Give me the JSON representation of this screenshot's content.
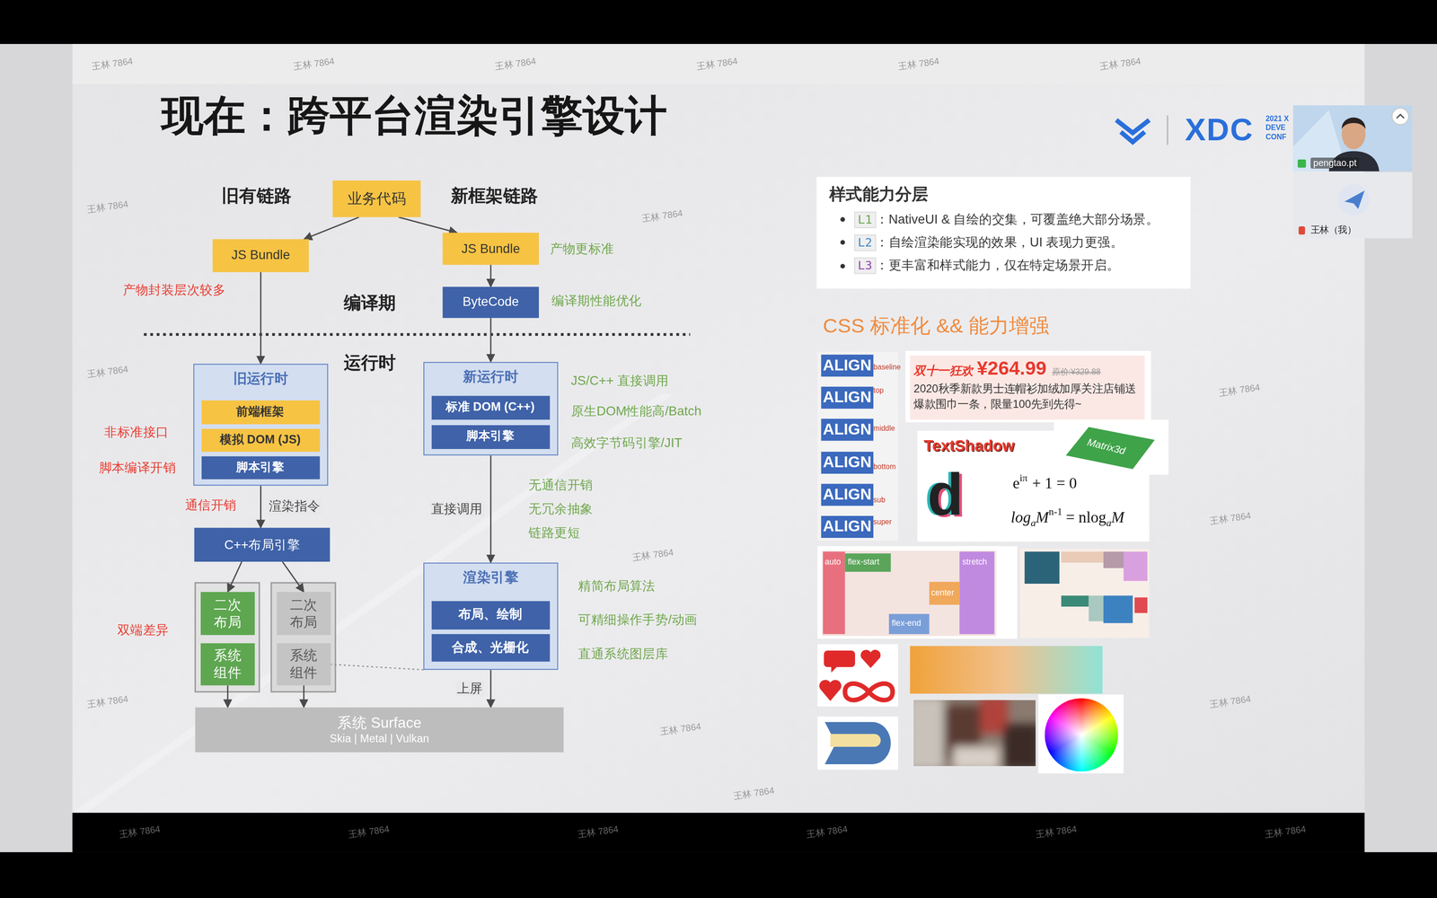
{
  "diagram": {
    "title": "现在：跨平台渲染引擎设计",
    "nodes": [
      {
        "text": [
          "业务代码"
        ]
      },
      {
        "text": [
          "JS Bundle"
        ]
      },
      {
        "text": [
          "JS Bundle"
        ]
      },
      {
        "text": [
          "ByteCode"
        ]
      },
      {
        "text": [
          "旧运行时"
        ]
      },
      {
        "text": [
          "前端框架"
        ],
        "in": 4
      },
      {
        "text": [
          "模拟 DOM (JS)"
        ],
        "in": 4
      },
      {
        "text": [
          "脚本引擎"
        ],
        "in": 4
      },
      {
        "text": [
          "新运行时"
        ]
      },
      {
        "text": [
          "标准 DOM (C++)"
        ],
        "in": 8
      },
      {
        "text": [
          "脚本引擎"
        ],
        "in": 8
      },
      {
        "text": [
          "C++布局引擎"
        ]
      },
      {
        "text": [
          "二次布局"
        ]
      },
      {
        "text": [
          "系统组件"
        ]
      },
      {
        "text": [
          "二次布局"
        ]
      },
      {
        "text": [
          "系统组件"
        ]
      },
      {
        "text": [
          "渲染引擎"
        ]
      },
      {
        "text": [
          "布局、绘制"
        ],
        "in": 16
      },
      {
        "text": [
          "合成、光栅化"
        ],
        "in": 16
      },
      {
        "text": [
          "系统 Surface",
          "Skia | Metal | Vulkan"
        ]
      },
      {
        "text": [
          "样式能力分层",
          "L1",
          "：NativeUI & 自绘的交集，可覆盖绝大部分场景。",
          "L2",
          "：自绘渲染能实现的效果，UI 表现力更强。",
          "L3",
          "：更丰富和样式能力，仅在特定场景开启。"
        ]
      }
    ],
    "edges": [
      {
        "from": 0,
        "to": 1,
        "arrow": "to"
      },
      {
        "from": 0,
        "to": 2,
        "arrow": "to"
      },
      {
        "from": 1,
        "to": 4,
        "arrow": "to"
      },
      {
        "from": 2,
        "to": 3,
        "arrow": "to"
      },
      {
        "from": 3,
        "to": 8,
        "arrow": "to"
      },
      {
        "from": 4,
        "to": 11,
        "arrow": "to",
        "label": "渲染指令"
      },
      {
        "from": 8,
        "to": 16,
        "arrow": "to",
        "label": "直接调用"
      },
      {
        "from": 11,
        "to": 12,
        "arrow": "to"
      },
      {
        "from": 11,
        "to": 14,
        "arrow": "to"
      },
      {
        "from": 13,
        "to": 19,
        "arrow": "to"
      },
      {
        "from": 15,
        "to": 19,
        "arrow": "to"
      },
      {
        "from": 16,
        "to": 19,
        "arrow": "to",
        "label": "上屏"
      },
      {
        "from": 16,
        "to": 15,
        "arrow": "none"
      }
    ],
    "labels": [
      "旧有链路",
      "新框架链路",
      "产物封装层次较多",
      "产物更标准",
      "编译期",
      "编译期性能优化",
      "运行时",
      "JS/C++ 直接调用",
      "原生DOM性能高/Batch",
      "高效字节码引擎/JIT",
      "非标准接口",
      "脚本编译开销",
      "通信开销",
      "无通信开销",
      "无冗余抽象",
      "链路更短",
      "精简布局算法",
      "可精细操作手势/动画",
      "直通系统图层库",
      "双端差异",
      "CSS 标准化 && 能力增强",
      "ALIGN",
      "baseline",
      "ALIGN",
      "top",
      "ALIGN",
      "middle",
      "ALIGN",
      "bottom",
      "ALIGN",
      "sub",
      "ALIGN",
      "super",
      "双十一狂欢",
      "¥264.99",
      "原价:¥329.88",
      "2020秋季新款男士连帽衫加绒加厚关注店铺送爆款围巾一条，限量100先到先得~",
      "TextShadow",
      "Matrix3d",
      "d",
      "e",
      "iπ",
      "+ 1 = 0",
      "log",
      "a",
      "M",
      "n-1",
      "= nlog",
      "a",
      "M",
      "auto",
      "flex-start",
      "center",
      "flex-end",
      "stretch",
      "XDC",
      "2021 X",
      "DEVE",
      "CONF",
      "pengtao.pt",
      "王林（我）",
      "王林 7864",
      "王林 7864",
      "王林 7864",
      "王林 7864",
      "王林 7864",
      "王林 7864",
      "王林 7864",
      "王林 7864",
      "王林 7864",
      "王林 7864",
      "王林 7864",
      "王林 7864",
      "王林 7864",
      "王林 7864",
      "王林 7864",
      "王林 7864",
      "王林 7864",
      "王林 7864",
      "王林 7864",
      "王林 7864",
      "王林 7864",
      "王林 7864"
    ]
  }
}
